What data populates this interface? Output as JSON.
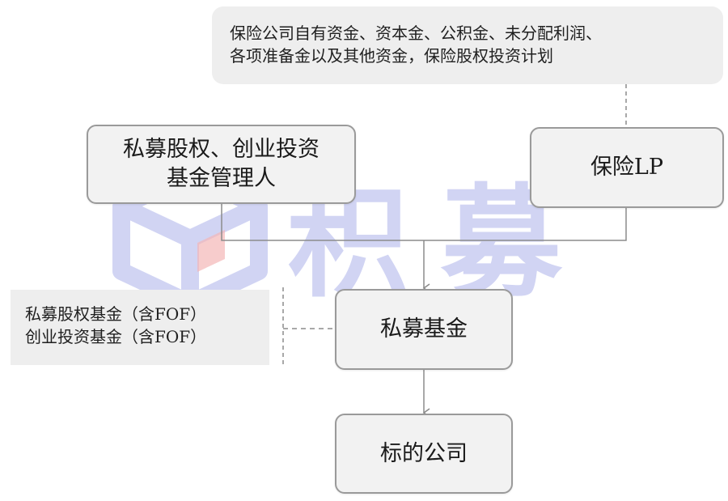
{
  "notes": {
    "top": {
      "line1": "保险公司自有资金、资本金、公积金、未分配利润、",
      "line2": "各项准备金以及其他资金，保险股权投资计划"
    },
    "left": {
      "line1": "私募股权基金（含FOF）",
      "line2": "创业投资基金（含FOF）"
    }
  },
  "nodes": {
    "manager": {
      "line1": "私募股权、创业投资",
      "line2": "基金管理人"
    },
    "insurance_lp": "保险LP",
    "private_fund": "私募基金",
    "target_company": "标的公司"
  },
  "watermark": {
    "text": "积募",
    "color": "#c9cdf2"
  },
  "colors": {
    "box_fill": "#f2f2f2",
    "box_border": "#9a9a9a",
    "note_fill": "#eeeeee",
    "connector": "#8c8c8c"
  }
}
